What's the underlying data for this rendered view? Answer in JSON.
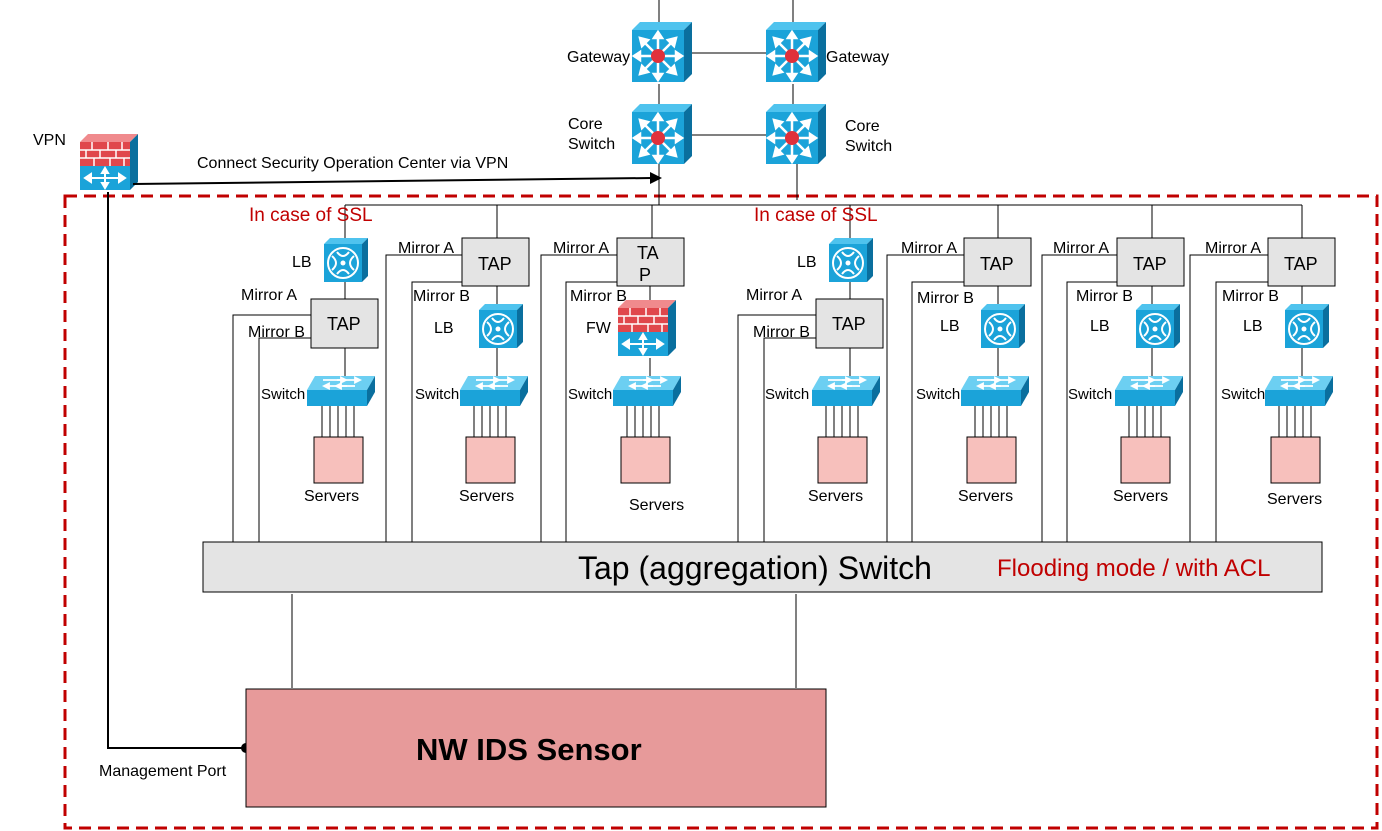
{
  "labels": {
    "gateway": "Gateway",
    "core_line1": "Core",
    "core_line2": "Switch",
    "vpn": "VPN",
    "vpn_link": "Connect  Security Operation Center  via VPN",
    "ssl_note": "In case of SSL",
    "mirror_a": "Mirror A",
    "mirror_b": "Mirror B",
    "tap": "TAP",
    "tap_split_1": "TA",
    "tap_split_2": "P",
    "lb": "LB",
    "fw": "FW",
    "switch": "Switch",
    "servers": "Servers",
    "tap_switch": "Tap (aggregation) Switch",
    "flooding": "Flooding mode / with ACL",
    "ids": "NW IDS Sensor",
    "mgmt_port": "Management Port"
  },
  "colors": {
    "device_blue": "#1ba3d9",
    "device_dark": "#0a6f9e",
    "firewall_red": "#e0474c",
    "server_pink": "#f7c0bc",
    "ids_pink": "#e79a9a",
    "dashed_red": "#c00000",
    "tap_gray": "#e4e4e4"
  }
}
